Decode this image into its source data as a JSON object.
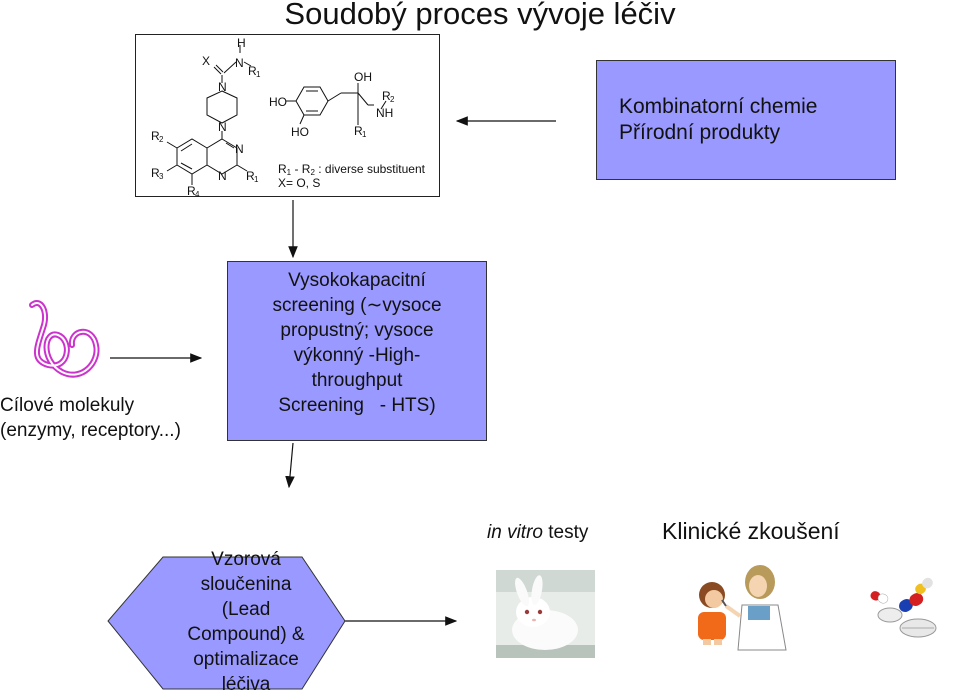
{
  "title": "Soudobý proces vývoje léčiv",
  "structures": {
    "left": {
      "x": "X",
      "h": "H",
      "n_top": "N",
      "r1_top": "R",
      "r1_top_sub": "1",
      "n_pip_top": "N",
      "n_pip_bot": "N",
      "n_q1": "N",
      "n_q2": "N",
      "r1_q": "R",
      "r1_q_sub": "1",
      "r2": "R",
      "r2_sub": "2",
      "r3": "R",
      "r3_sub": "3",
      "r4": "R",
      "r4_sub": "4"
    },
    "right": {
      "ho1": "HO",
      "ho2": "HO",
      "oh": "OH",
      "nh": "NH",
      "r2": "R",
      "r2_sub": "2",
      "r1": "R",
      "r1_sub": "1"
    },
    "note_line1": "R",
    "note_sub1": "1",
    "note_dash": " - R",
    "note_sub2": "2",
    "note_rest": " : diverse substituent",
    "note_line2": "X= O, S"
  },
  "sources": {
    "line1": "Kombinatorní chemie",
    "line2": "Přírodní produkty"
  },
  "target": {
    "line1": "Cílové molekuly",
    "line2": "(enzymy, receptory...)"
  },
  "hts": {
    "lines": [
      "Vysokokapacitní",
      "screening (∼vysoce",
      "propustný; vysoce",
      "výkonný -High-",
      "throughput",
      "Screening   - HTS)"
    ]
  },
  "lead": {
    "lines": [
      "Vzorová",
      "sloučenina",
      "(Lead",
      "Compound) &",
      "optimalizace",
      "léčiva"
    ]
  },
  "in_vitro": {
    "italic": "in vitro",
    "rest": " testy"
  },
  "clinical": "Klinické zkoušení",
  "colors": {
    "box_fill": "#9999ff",
    "protein": "#cc33cc",
    "arrow": "#111111"
  },
  "icons": [
    "rabbit-photo",
    "doctor-child-illustration",
    "pills-icon",
    "protein-ribbon-icon"
  ]
}
